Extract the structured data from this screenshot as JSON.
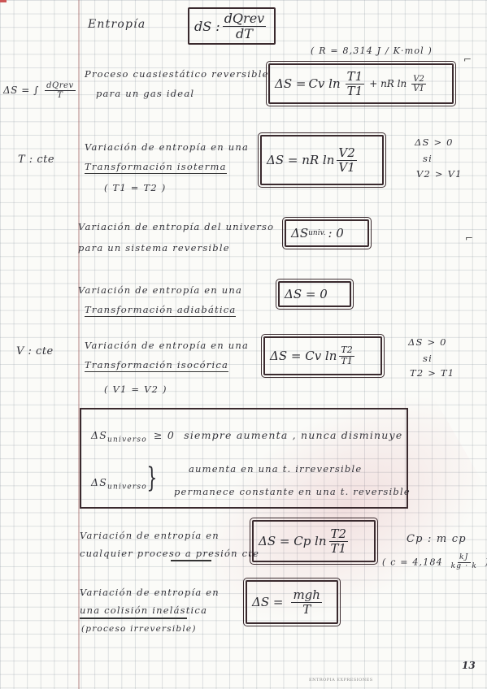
{
  "page": {
    "title": "Entropía",
    "page_number": "13",
    "footer": "ENTROPIA EXPRESIONES"
  },
  "header": {
    "definition": {
      "lhs": "dS :",
      "num": "dQrev",
      "den": "dT"
    },
    "R_note": "( R = 8,314 J / K·mol )"
  },
  "side_notes": {
    "integral": {
      "lhs": "ΔS = ∫",
      "num": "dQrev",
      "den": "T"
    },
    "T_cte": "T : cte",
    "V_cte": "V : cte"
  },
  "sections": [
    {
      "label_lines": [
        "Proceso cuasiestático reversible",
        "para un gas ideal"
      ],
      "formula": {
        "lhs": "ΔS =",
        "t1a": "Cv ln",
        "f1": {
          "num": "T1",
          "den": "T1"
        },
        "t1b": "+ nR ln",
        "f2": {
          "num": "V2",
          "den": "V1"
        }
      }
    },
    {
      "label_lines": [
        "Variación de entropía en una",
        "Transformación isoterma",
        "( T1 = T2 )"
      ],
      "formula": {
        "lhs": "ΔS = nR ln",
        "f": {
          "num": "V2",
          "den": "V1"
        }
      },
      "note_lines": [
        "ΔS > 0",
        "si",
        "V2 > V1"
      ]
    },
    {
      "label_lines": [
        "Variación de entropía del universo",
        "para un sistema reversible"
      ],
      "formula": {
        "lhs": "ΔS",
        "sub": "univ.",
        "rhs": ": 0"
      }
    },
    {
      "label_lines": [
        "Variación de entropía en una",
        "Transformación adiabática"
      ],
      "formula": {
        "text": "ΔS = 0"
      }
    },
    {
      "label_lines": [
        "Variación de entropía en una",
        "Transformación isocórica",
        "( V1 = V2 )"
      ],
      "formula": {
        "lhs": "ΔS = Cv ln",
        "f": {
          "num": "T2",
          "den": "T1"
        }
      },
      "note_lines": [
        "ΔS > 0",
        "si",
        "T2 > T1"
      ]
    },
    {
      "label_lines": [
        "Variación de entropía en",
        "cualquier proceso a presión cte"
      ],
      "formula": {
        "lhs": "ΔS = Cp ln",
        "f": {
          "num": "T2",
          "den": "T1"
        }
      },
      "note_lines": [
        "Cp : m cp"
      ],
      "c_note": {
        "lhs": "( c = 4,184",
        "num": "kJ",
        "den": "kg · k",
        "close": ")"
      }
    },
    {
      "label_lines": [
        "Variación de entropía en",
        "una colisión inelástica",
        "(proceso irreversible)"
      ],
      "formula": {
        "lhs": "ΔS =",
        "f": {
          "num": "mgh",
          "den": "T"
        }
      }
    }
  ],
  "universe_box": {
    "line1": {
      "lhs": "ΔS",
      "sub": "universo",
      "rel": "≥ 0",
      "text": "siempre aumenta , nunca disminuye"
    },
    "line2": {
      "lhs": "ΔS",
      "sub": "universo",
      "a": "aumenta en una t. irreversible",
      "b": "permanece constante en una t. reversible"
    }
  }
}
